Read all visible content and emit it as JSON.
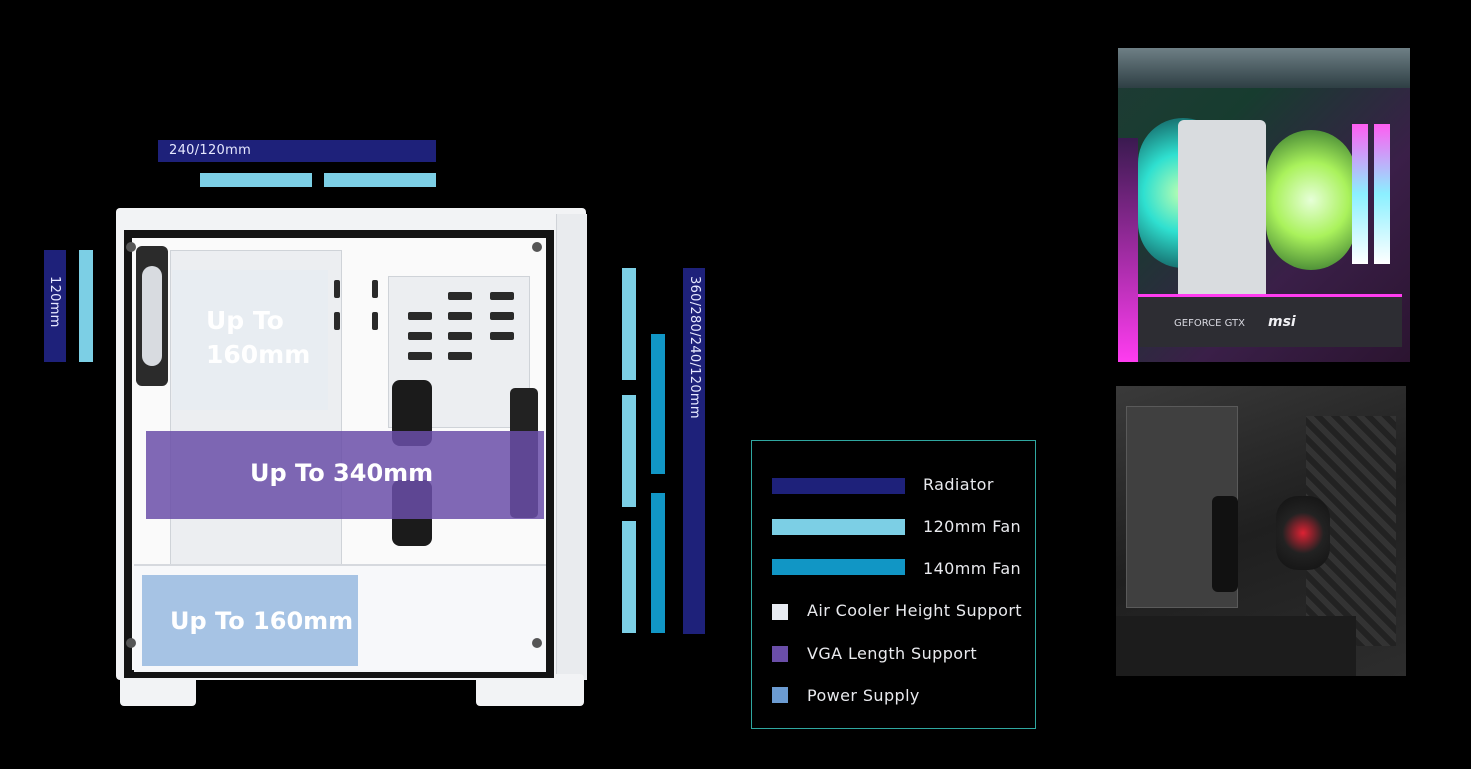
{
  "top_bar": {
    "label": "240/120mm"
  },
  "left_bar": {
    "label": "120mm"
  },
  "right_bar": {
    "label": "360/280/240/120mm"
  },
  "case": {
    "air_cooler_text": "Up To\n160mm",
    "vga_text": "Up To 340mm",
    "psu_text": "Up To 160mm"
  },
  "legend": {
    "items": [
      {
        "label": "Radiator",
        "kind": "bar",
        "color": "#1e217a"
      },
      {
        "label": "120mm Fan",
        "kind": "bar",
        "color": "#7ccfe5"
      },
      {
        "label": "140mm Fan",
        "kind": "bar",
        "color": "#1196c5"
      },
      {
        "label": "Air Cooler Height Support",
        "kind": "square",
        "color": "#e8ecf2"
      },
      {
        "label": "VGA Length Support",
        "kind": "square",
        "color": "#6a4ea8"
      },
      {
        "label": "Power Supply",
        "kind": "square",
        "color": "#6b9bd1"
      }
    ]
  },
  "photos": {
    "gpu_text_left": "GEFORCE GTX",
    "gpu_text_right": "msi"
  }
}
